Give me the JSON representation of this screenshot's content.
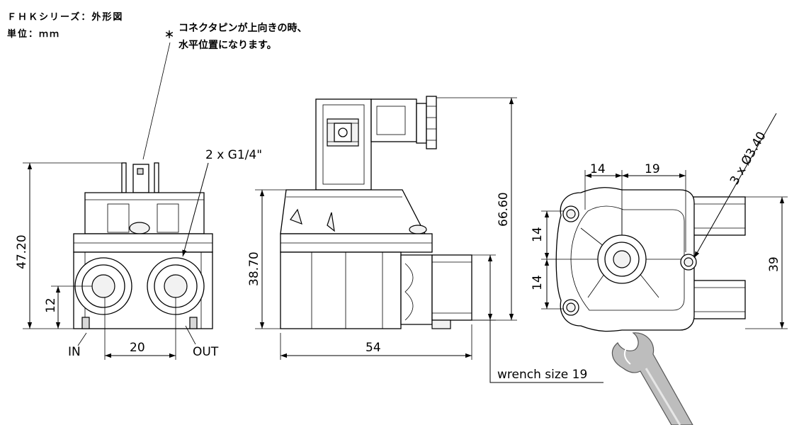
{
  "header": {
    "title": "ＦＨＫシリーズ：外形図",
    "unit": "単位：ｍｍ"
  },
  "note": {
    "mark": "＊",
    "line1": "コネクタピンが上向きの時、",
    "line2": "水平位置になります。"
  },
  "front_view": {
    "height_label": "47.20",
    "port_height_label": "12",
    "port_pitch_label": "20",
    "thread_label": "2 x G1/4\"",
    "in_label": "IN",
    "out_label": "OUT"
  },
  "side_view": {
    "body_height_label": "38.70",
    "total_height_label": "66.60",
    "length_label": "54",
    "wrench_label": "wrench size 19"
  },
  "bottom_view": {
    "dim_left_label": "14",
    "dim_right_label": "19",
    "dim_upper_label": "14",
    "dim_lower_label": "14",
    "height_label": "39",
    "hole_label": "3 x Ø3.40"
  }
}
